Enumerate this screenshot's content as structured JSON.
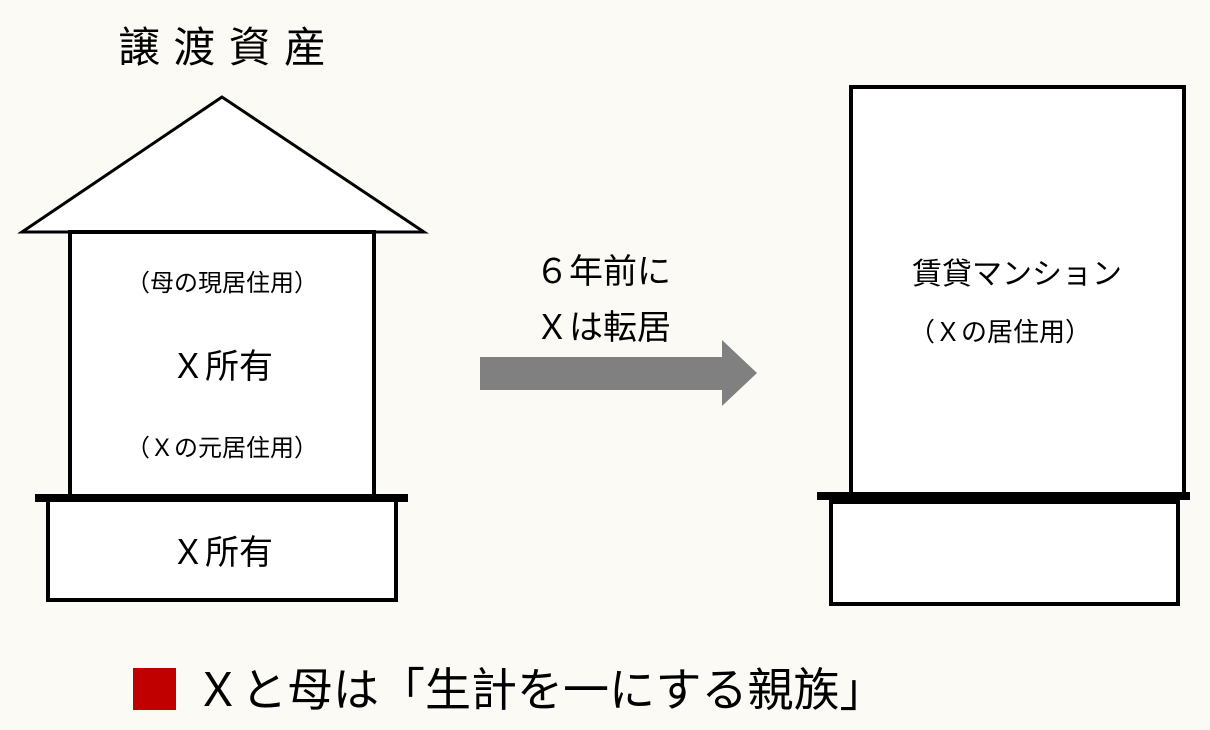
{
  "title": "譲 渡 資 産",
  "left_building": {
    "upper_note": "（母の現居住用）",
    "upper_owner": "Ｘ所有",
    "lower_note": "（Ｘの元居住用）",
    "land_owner": "Ｘ所有"
  },
  "arrow": {
    "line1": "６年前に",
    "line2": "Ｘは転居",
    "color": "#808080"
  },
  "right_building": {
    "name": "賃貸マンション",
    "note": "（Ｘの居住用）"
  },
  "footer": {
    "text": "Ｘと母は「生計を一にする親族」",
    "marker_color": "#c00000"
  }
}
